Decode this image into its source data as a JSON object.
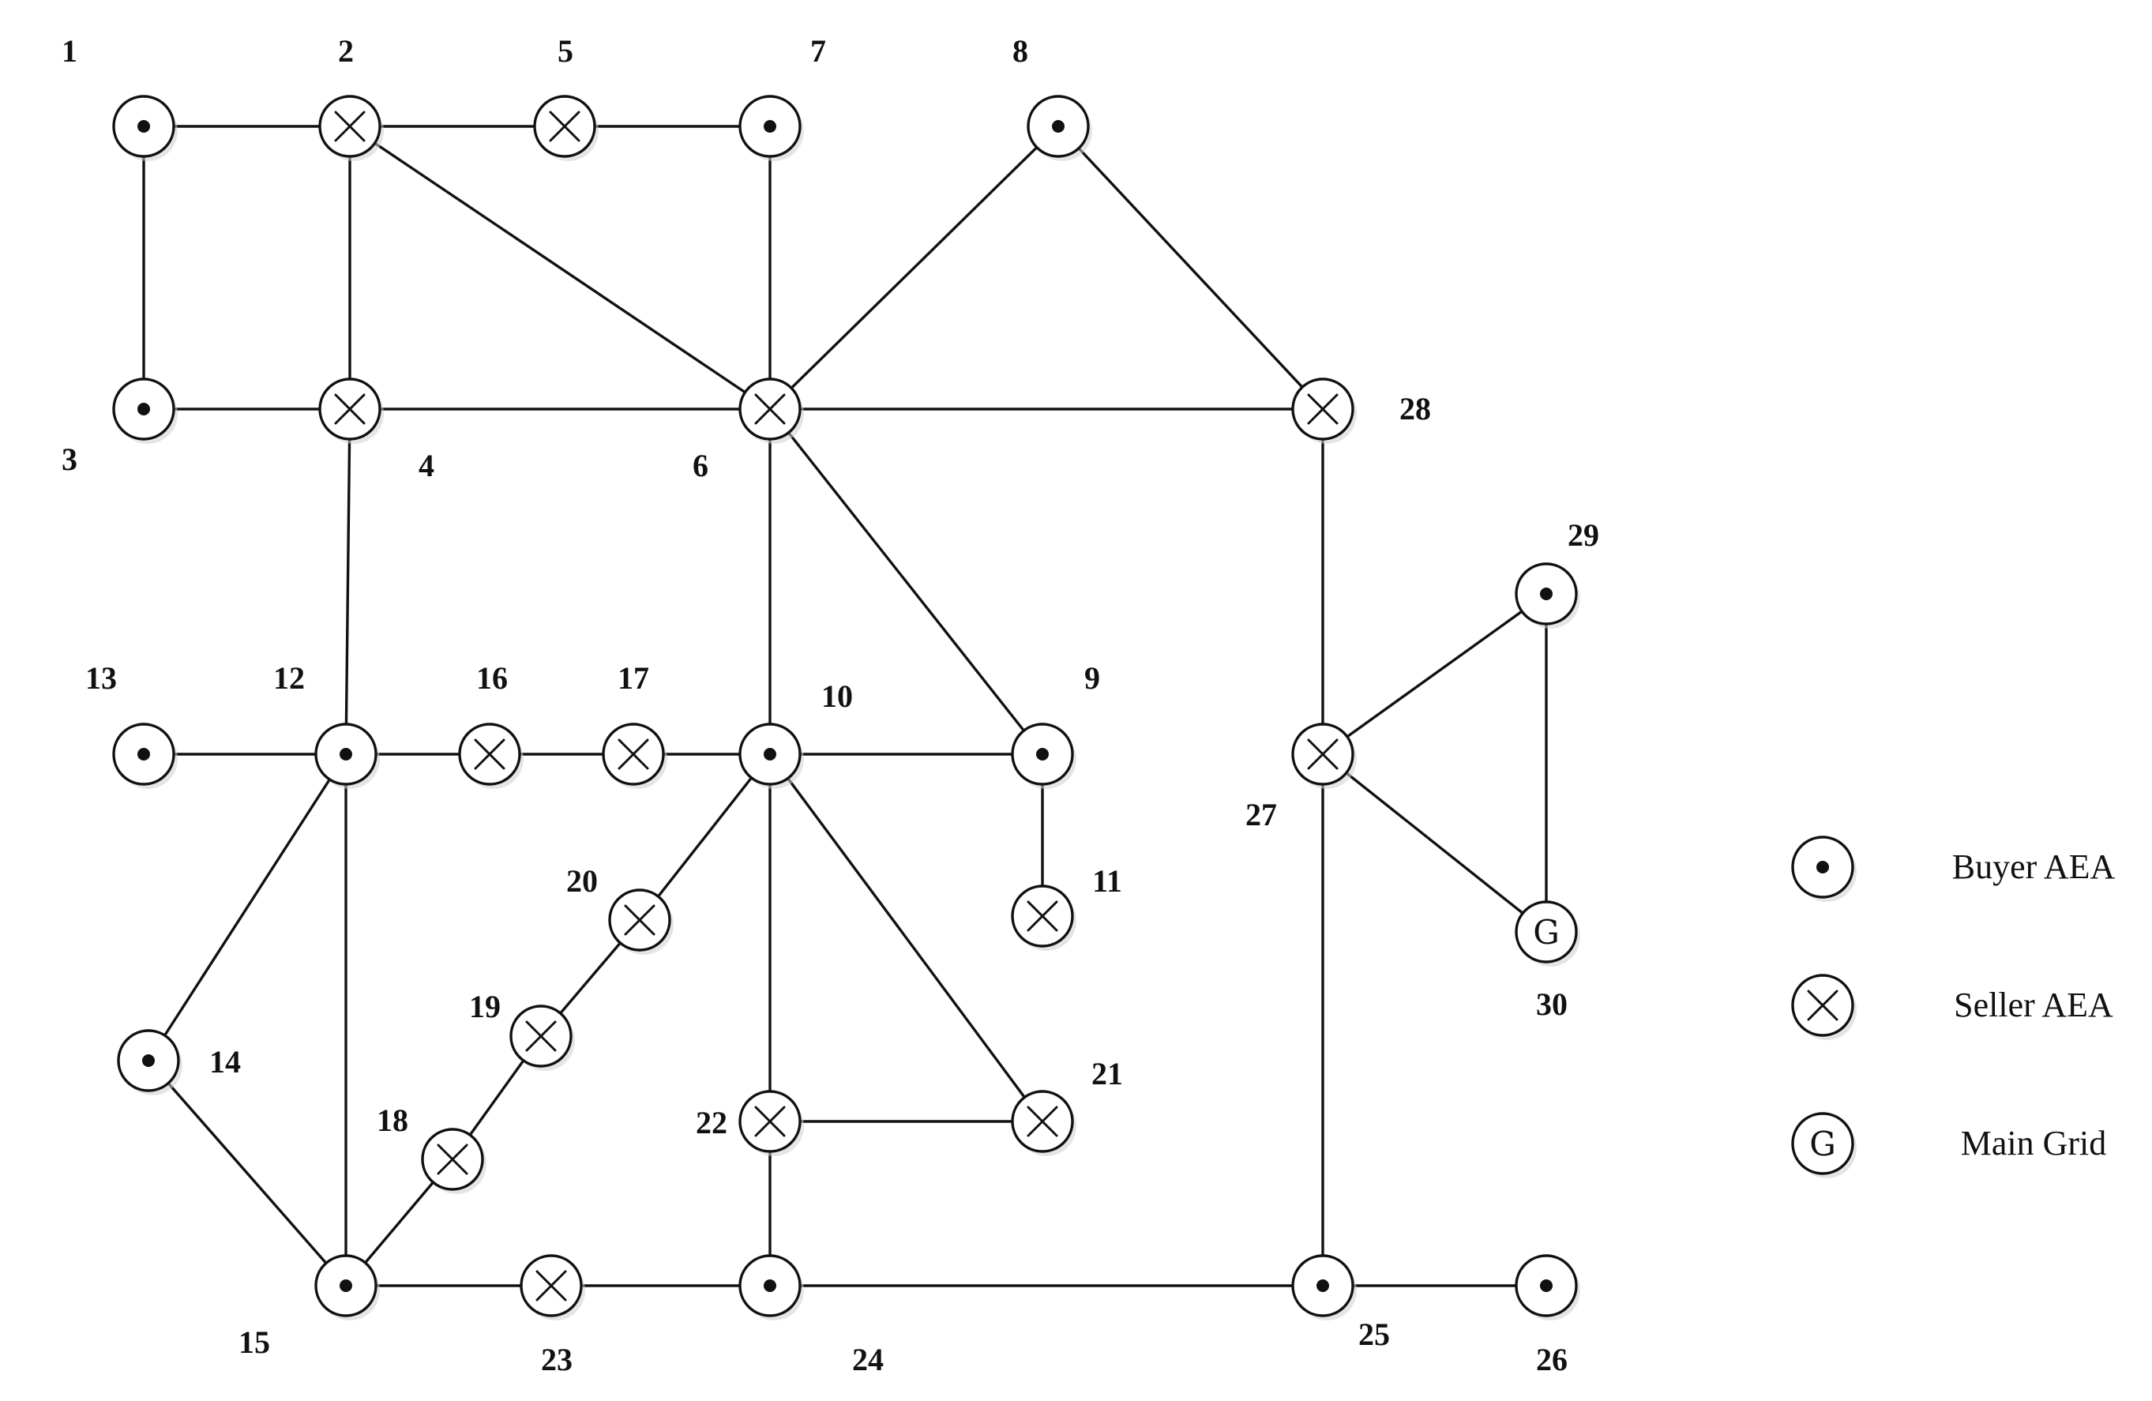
{
  "nodes": [
    {
      "id": "1",
      "type": "buyer"
    },
    {
      "id": "2",
      "type": "seller"
    },
    {
      "id": "3",
      "type": "buyer"
    },
    {
      "id": "4",
      "type": "seller"
    },
    {
      "id": "5",
      "type": "seller"
    },
    {
      "id": "6",
      "type": "seller"
    },
    {
      "id": "7",
      "type": "buyer"
    },
    {
      "id": "8",
      "type": "buyer"
    },
    {
      "id": "9",
      "type": "buyer"
    },
    {
      "id": "10",
      "type": "buyer"
    },
    {
      "id": "11",
      "type": "seller"
    },
    {
      "id": "12",
      "type": "buyer"
    },
    {
      "id": "13",
      "type": "buyer"
    },
    {
      "id": "14",
      "type": "buyer"
    },
    {
      "id": "15",
      "type": "buyer"
    },
    {
      "id": "16",
      "type": "seller"
    },
    {
      "id": "17",
      "type": "seller"
    },
    {
      "id": "18",
      "type": "seller"
    },
    {
      "id": "19",
      "type": "seller"
    },
    {
      "id": "20",
      "type": "seller"
    },
    {
      "id": "21",
      "type": "seller"
    },
    {
      "id": "22",
      "type": "seller"
    },
    {
      "id": "23",
      "type": "seller"
    },
    {
      "id": "24",
      "type": "buyer"
    },
    {
      "id": "25",
      "type": "buyer"
    },
    {
      "id": "26",
      "type": "buyer"
    },
    {
      "id": "27",
      "type": "seller"
    },
    {
      "id": "28",
      "type": "seller"
    },
    {
      "id": "29",
      "type": "buyer"
    },
    {
      "id": "30",
      "type": "grid"
    }
  ],
  "edges": [
    [
      "1",
      "2"
    ],
    [
      "2",
      "5"
    ],
    [
      "5",
      "7"
    ],
    [
      "1",
      "3"
    ],
    [
      "2",
      "4"
    ],
    [
      "2",
      "6"
    ],
    [
      "3",
      "4"
    ],
    [
      "4",
      "6"
    ],
    [
      "7",
      "6"
    ],
    [
      "8",
      "6"
    ],
    [
      "8",
      "28"
    ],
    [
      "6",
      "28"
    ],
    [
      "4",
      "12"
    ],
    [
      "6",
      "10"
    ],
    [
      "6",
      "9"
    ],
    [
      "28",
      "27"
    ],
    [
      "27",
      "29"
    ],
    [
      "27",
      "30"
    ],
    [
      "29",
      "30"
    ],
    [
      "13",
      "12"
    ],
    [
      "12",
      "16"
    ],
    [
      "16",
      "17"
    ],
    [
      "17",
      "10"
    ],
    [
      "10",
      "9"
    ],
    [
      "9",
      "11"
    ],
    [
      "12",
      "14"
    ],
    [
      "12",
      "15"
    ],
    [
      "14",
      "15"
    ],
    [
      "15",
      "18"
    ],
    [
      "18",
      "19"
    ],
    [
      "19",
      "20"
    ],
    [
      "20",
      "10"
    ],
    [
      "10",
      "22"
    ],
    [
      "10",
      "21"
    ],
    [
      "22",
      "21"
    ],
    [
      "22",
      "24"
    ],
    [
      "15",
      "23"
    ],
    [
      "23",
      "24"
    ],
    [
      "24",
      "25"
    ],
    [
      "25",
      "26"
    ],
    [
      "27",
      "25"
    ]
  ],
  "grid_glyph": "G",
  "legend": [
    {
      "type": "buyer",
      "label": "Buyer AEA"
    },
    {
      "type": "seller",
      "label": "Seller AEA"
    },
    {
      "type": "grid",
      "label": "Main Grid"
    }
  ]
}
